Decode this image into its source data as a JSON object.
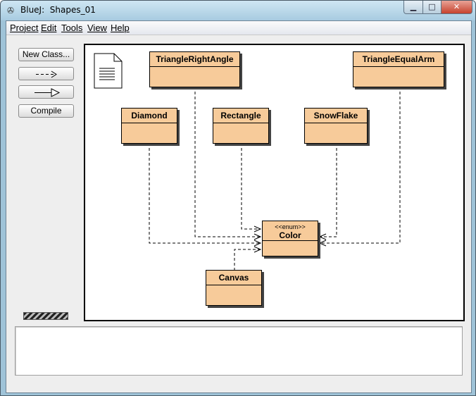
{
  "window": {
    "title": "BlueJ:  Shapes_01",
    "icon": "bluej-app-icon",
    "controls": {
      "minimize_icon": "minimize-icon",
      "maximize_icon": "maximize-icon",
      "close_icon": "close-icon"
    }
  },
  "menubar": {
    "items": [
      {
        "label": "Project"
      },
      {
        "label": "Edit"
      },
      {
        "label": "Tools"
      },
      {
        "label": "View"
      },
      {
        "label": "Help"
      }
    ]
  },
  "toolbar": {
    "new_class_label": "New Class...",
    "uses_arrow_icon": "dashed-arrow-icon",
    "inherits_arrow_icon": "inheritance-arrow-icon",
    "compile_label": "Compile"
  },
  "diagram": {
    "readme_icon": "readme-document-icon",
    "classes": {
      "triangle_right_angle": "TriangleRightAngle",
      "triangle_equal_arm": "TriangleEqualArm",
      "diamond": "Diamond",
      "rectangle": "Rectangle",
      "snowflake": "SnowFlake",
      "color_stereotype": "<<enum>>",
      "color": "Color",
      "canvas": "Canvas"
    }
  },
  "colors": {
    "class_fill": "#f7cb9a",
    "diagram_background": "#ffffff",
    "window_frame": "#9fc3d8"
  }
}
